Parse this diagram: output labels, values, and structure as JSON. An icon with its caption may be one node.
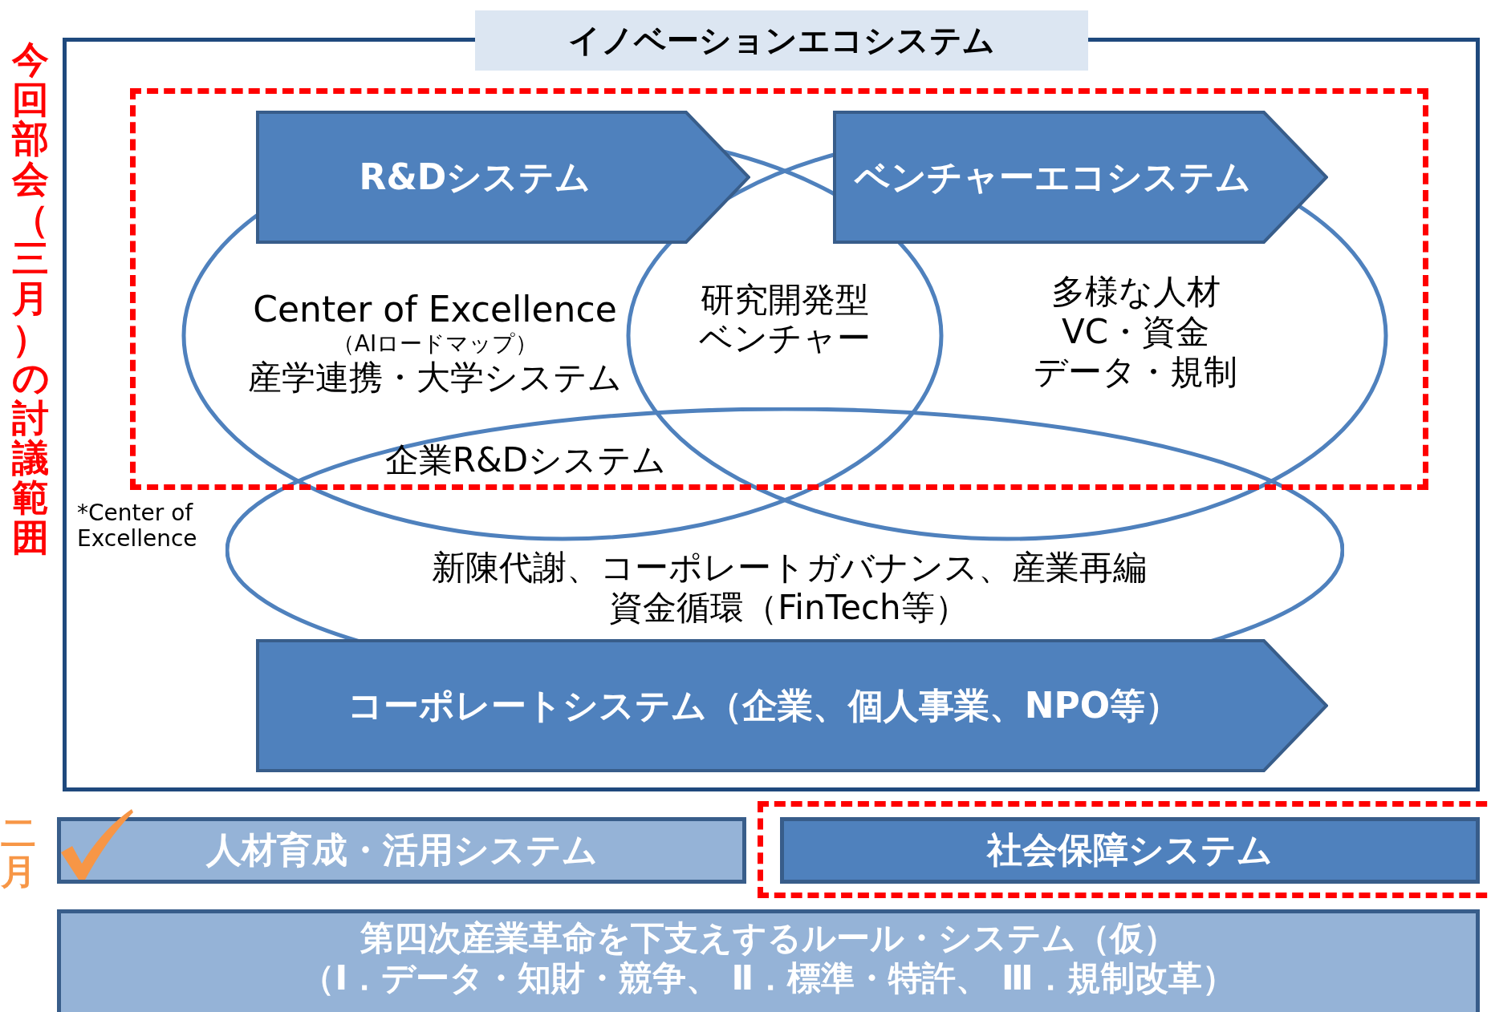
{
  "diagram": {
    "nodes": [
      {
        "text": [
          "イノベーションエコシステム"
        ]
      },
      {
        "text": [
          "Center of Excellence",
          "（AIロードマップ）",
          "産学連携・大学システム"
        ],
        "in": 0
      },
      {
        "text": [
          "多様な人材",
          "VC・資金",
          "データ・規制"
        ],
        "in": 0
      },
      {
        "text": [
          "新陳代謝、コーポレートガバナンス、産業再編",
          "資金循環（FinTech等）"
        ],
        "in": 0
      },
      {
        "text": [
          "R&Dシステム"
        ],
        "in": 0
      },
      {
        "text": [
          "ベンチャーエコシステム"
        ],
        "in": 0
      },
      {
        "text": [
          "コーポレートシステム（企業、個人事業、NPO等）"
        ],
        "in": 0
      },
      {
        "text": [
          "人材育成・活用システム"
        ]
      },
      {
        "text": [
          "社会保障システム"
        ]
      },
      {
        "text": [
          "第四次産業革命を下支えするルール・システム（仮）",
          "（Ⅰ．データ・知財・競争、 Ⅱ．標準・特許、 Ⅲ．規制改革）"
        ]
      }
    ],
    "edges": [],
    "labels": [
      "今回部会（三月）の討議範囲",
      "研究開発型ベンチャー",
      "企業R&Dシステム",
      "*Center of Excellence",
      "二月"
    ]
  }
}
